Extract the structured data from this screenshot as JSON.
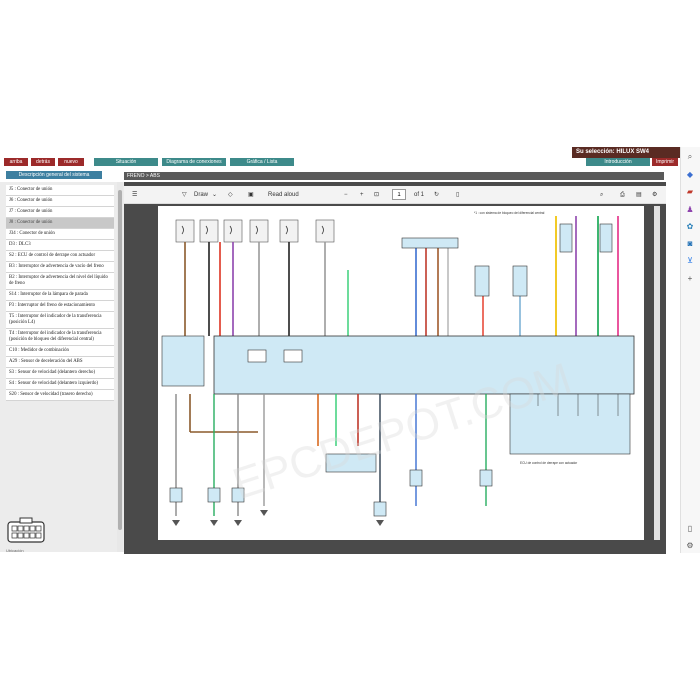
{
  "header": {
    "selection": "Su selección: HILUX SW4",
    "nav": [
      "arriba",
      "detrás",
      "nuevo"
    ],
    "tabs": [
      "Situación",
      "Diagrama de conexiones",
      "Gráfica / Lista"
    ],
    "right_tabs": [
      "Introducción",
      "Imprimir"
    ],
    "system_title": "Descripción general del sistema",
    "breadcrumb": "FRENO > ABS"
  },
  "left_list": {
    "items": [
      "J5 : Conector de unión",
      "J6 : Conector de unión",
      "J7 : Conector de unión",
      "J8 : Conector de unión",
      "J34 : Conector de unión",
      "D3 : DLC3",
      "S2 : ECU de control de derrape con actuador",
      "B3 : Interruptor de advertencia de vacío del freno",
      "B2 : Interruptor de advertencia del nivel del líquido de freno",
      "S14 : Interruptor de la lámpara de parada",
      "P3 : Interruptor del freno de estacionamiento",
      "T5 : Interruptor del indicador de la transferencia (posición L4)",
      "T4 : Interruptor del indicador de la transferencia (posición de bloqueo del diferencial central)",
      "C10 : Medidor de combinación",
      "A29 : Sensor de deceleración del ABS",
      "S3 : Sensor de velocidad (delantero derecho)",
      "S4 : Sensor de velocidad (delantero izquierdo)",
      "S20 : Sensor de velocidad (trasero derecho)"
    ],
    "selected_index": 3,
    "footer": "Ubicación"
  },
  "toolbar": {
    "draw": "Draw",
    "read_aloud": "Read aloud",
    "page_current": "1",
    "page_total": "of 1",
    "minus": "−",
    "plus": "+"
  },
  "diagram": {
    "ecu_label": "ECU de control de derrape con actuador",
    "note": "*1 : con sistema de bloqueo del diferencial central",
    "watermark": "EPCDEPOT.COM"
  },
  "colors": {
    "nav_red": "#9c2a2a",
    "teal": "#3d8a8a",
    "selection_bg": "#5a2b23",
    "breadcrumb_bg": "#5a5a5a",
    "diagram_box": "#cfe9f5"
  },
  "right_icons": [
    "search-icon",
    "tag-icon",
    "briefcase-icon",
    "games-icon",
    "copilot-icon",
    "outlook-icon",
    "cart-icon",
    "plus-icon",
    "panel-icon",
    "settings-icon"
  ]
}
